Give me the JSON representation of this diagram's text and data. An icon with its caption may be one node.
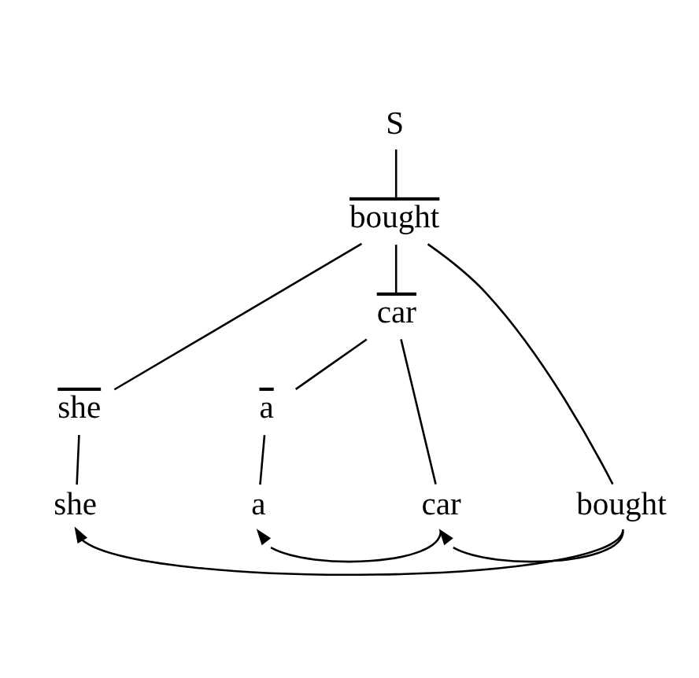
{
  "diagram": {
    "nodes": [
      {
        "text": [
          "S"
        ]
      },
      {
        "text": [
          "bought"
        ]
      },
      {
        "text": [
          "she"
        ]
      },
      {
        "text": [
          "car"
        ]
      },
      {
        "text": [
          "a"
        ]
      },
      {
        "text": [
          "she"
        ]
      },
      {
        "text": [
          "bought"
        ]
      },
      {
        "text": [
          "a"
        ]
      },
      {
        "text": [
          "car"
        ]
      }
    ],
    "edges": [
      {
        "from": 0,
        "to": 1,
        "arrow": "none"
      },
      {
        "from": 1,
        "to": 2,
        "arrow": "none"
      },
      {
        "from": 1,
        "to": 6,
        "arrow": "none"
      },
      {
        "from": 1,
        "to": 3,
        "arrow": "none"
      },
      {
        "from": 3,
        "to": 4,
        "arrow": "none"
      },
      {
        "from": 3,
        "to": 8,
        "arrow": "none"
      },
      {
        "from": 2,
        "to": 5,
        "arrow": "none"
      },
      {
        "from": 4,
        "to": 7,
        "arrow": "none"
      },
      {
        "from": 6,
        "to": 5,
        "arrow": "to"
      },
      {
        "from": 8,
        "to": 7,
        "arrow": "to"
      },
      {
        "from": 6,
        "to": 8,
        "arrow": "to"
      }
    ]
  }
}
